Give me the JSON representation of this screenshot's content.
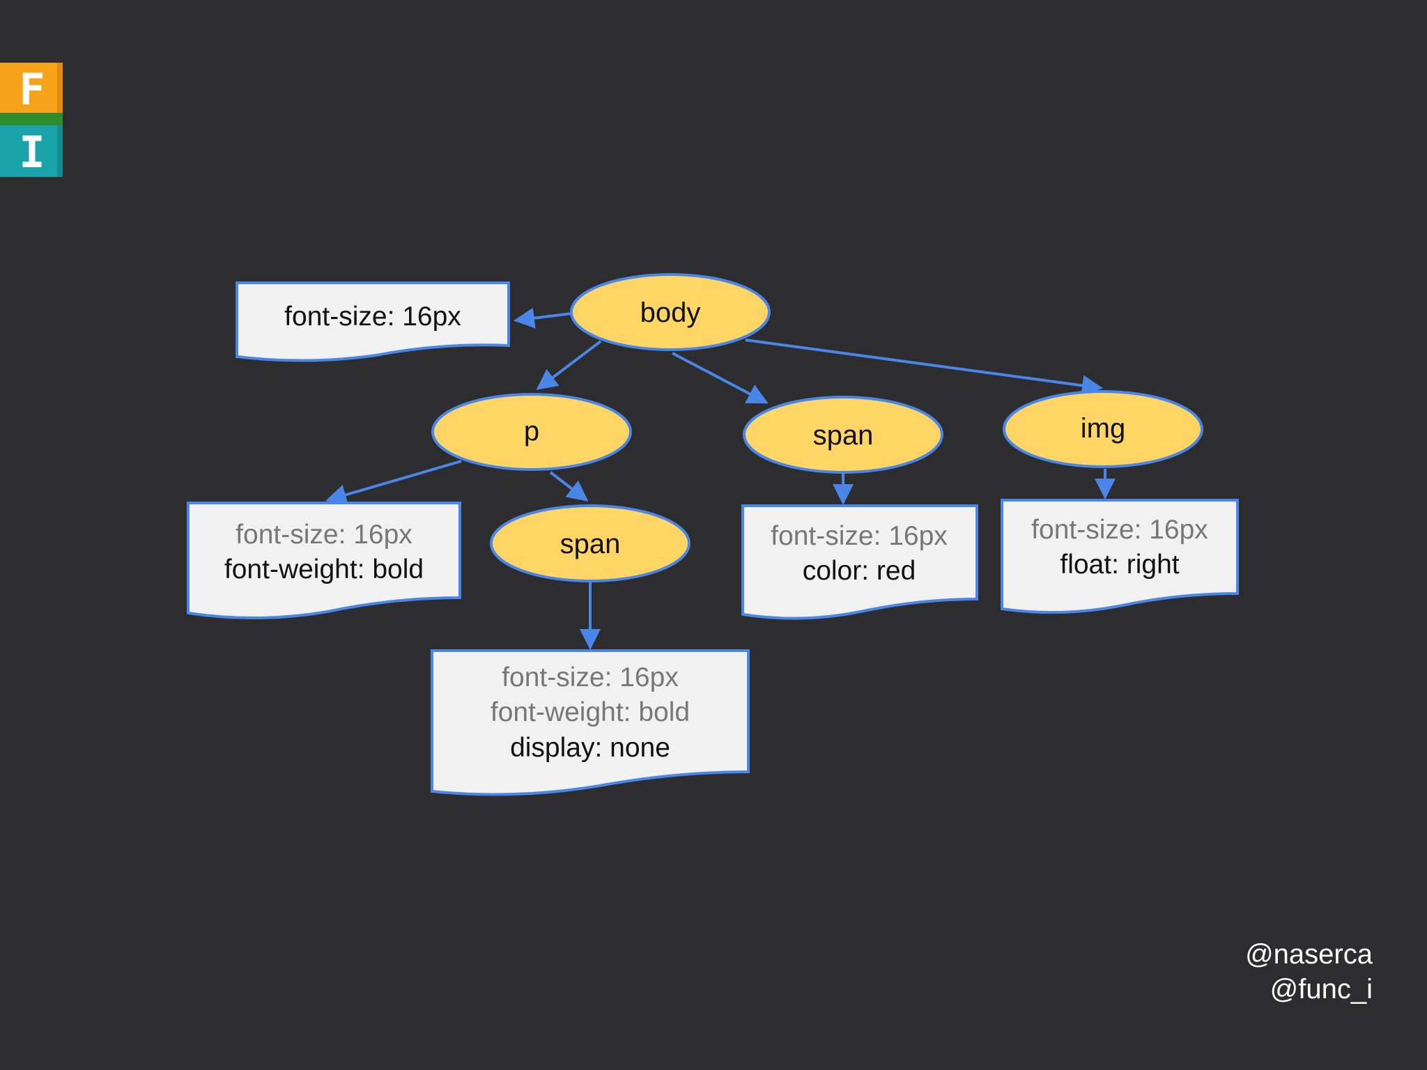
{
  "logo": {
    "top_letter": "F",
    "bottom_letter": "I"
  },
  "nodes": {
    "body": "body",
    "p": "p",
    "span1": "span",
    "span2": "span",
    "img": "img"
  },
  "notes": {
    "body": {
      "l1": "font-size: 16px"
    },
    "p": {
      "l1": "font-size: 16px",
      "l2": "font-weight: bold"
    },
    "span1": {
      "l1": "font-size: 16px",
      "l2": "color: red"
    },
    "img": {
      "l1": "font-size: 16px",
      "l2": "float: right"
    },
    "span2": {
      "l1": "font-size: 16px",
      "l2": "font-weight: bold",
      "l3": "display: none"
    }
  },
  "credits": {
    "line1": "@naserca",
    "line2": "@func_i"
  },
  "colors": {
    "background": "#2d2d2f",
    "node_fill": "#ffd666",
    "stroke": "#4a86e8",
    "note_fill": "#f1f1f1",
    "inherited_text": "#777777",
    "own_text": "#111111",
    "logo_orange": "#f7a21b",
    "logo_green": "#2e8b2e",
    "logo_teal": "#1aa3a8"
  }
}
